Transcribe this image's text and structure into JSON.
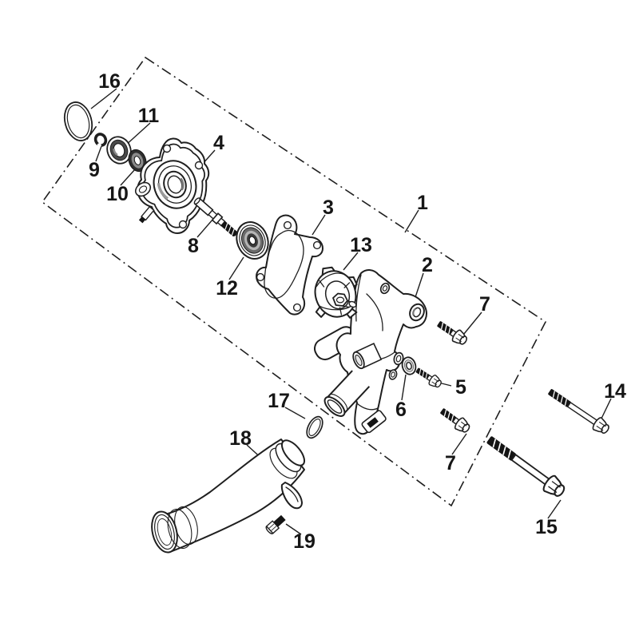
{
  "colors": {
    "background": "#ffffff",
    "line": "#1f1f1f",
    "thread_fill": "#141414",
    "shade_dark": "#3a3a3a",
    "shade_mid": "#8a8a8a",
    "shade_light": "#cfcfcf"
  },
  "callouts": [
    {
      "label": "1",
      "part": "assembly-boundary"
    },
    {
      "label": "2",
      "part": "pump-body-drawing"
    },
    {
      "label": "3",
      "part": "gasket-drawing"
    },
    {
      "label": "4",
      "part": "pump-cover-drawing"
    },
    {
      "label": "5",
      "part": "short-flange-bolt-drawing"
    },
    {
      "label": "6",
      "part": "washer-drawing"
    },
    {
      "label": "7",
      "part": "flange-bolt-drawing"
    },
    {
      "label": "8",
      "part": "shaft-drawing"
    },
    {
      "label": "9",
      "part": "circlip-drawing"
    },
    {
      "label": "10",
      "part": "seal-drawing"
    },
    {
      "label": "11",
      "part": "bearing-drawing"
    },
    {
      "label": "12",
      "part": "seal-bearing-drawing"
    },
    {
      "label": "13",
      "part": "impeller-drawing"
    },
    {
      "label": "14",
      "part": "long-flange-bolt-drawing"
    },
    {
      "label": "15",
      "part": "long-flange-bolt-drawing"
    },
    {
      "label": "16",
      "part": "large-o-ring-drawing"
    },
    {
      "label": "17",
      "part": "small-o-ring-drawing"
    },
    {
      "label": "18",
      "part": "outlet-pipe-drawing"
    },
    {
      "label": "19",
      "part": "pipe-screw-drawing"
    }
  ]
}
